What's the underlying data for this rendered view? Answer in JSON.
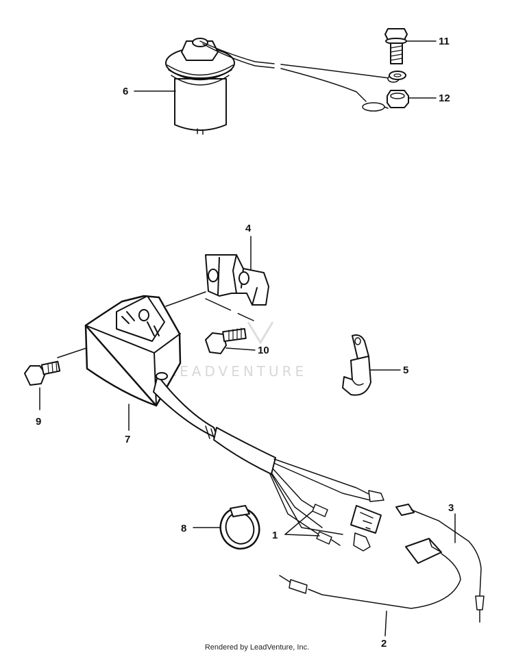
{
  "diagram": {
    "callouts": [
      "1",
      "2",
      "3",
      "4",
      "5",
      "6",
      "7",
      "8",
      "9",
      "10",
      "11",
      "12"
    ],
    "footer": "Rendered by LeadVenture, Inc.",
    "watermark": "LEADVENTURE"
  }
}
